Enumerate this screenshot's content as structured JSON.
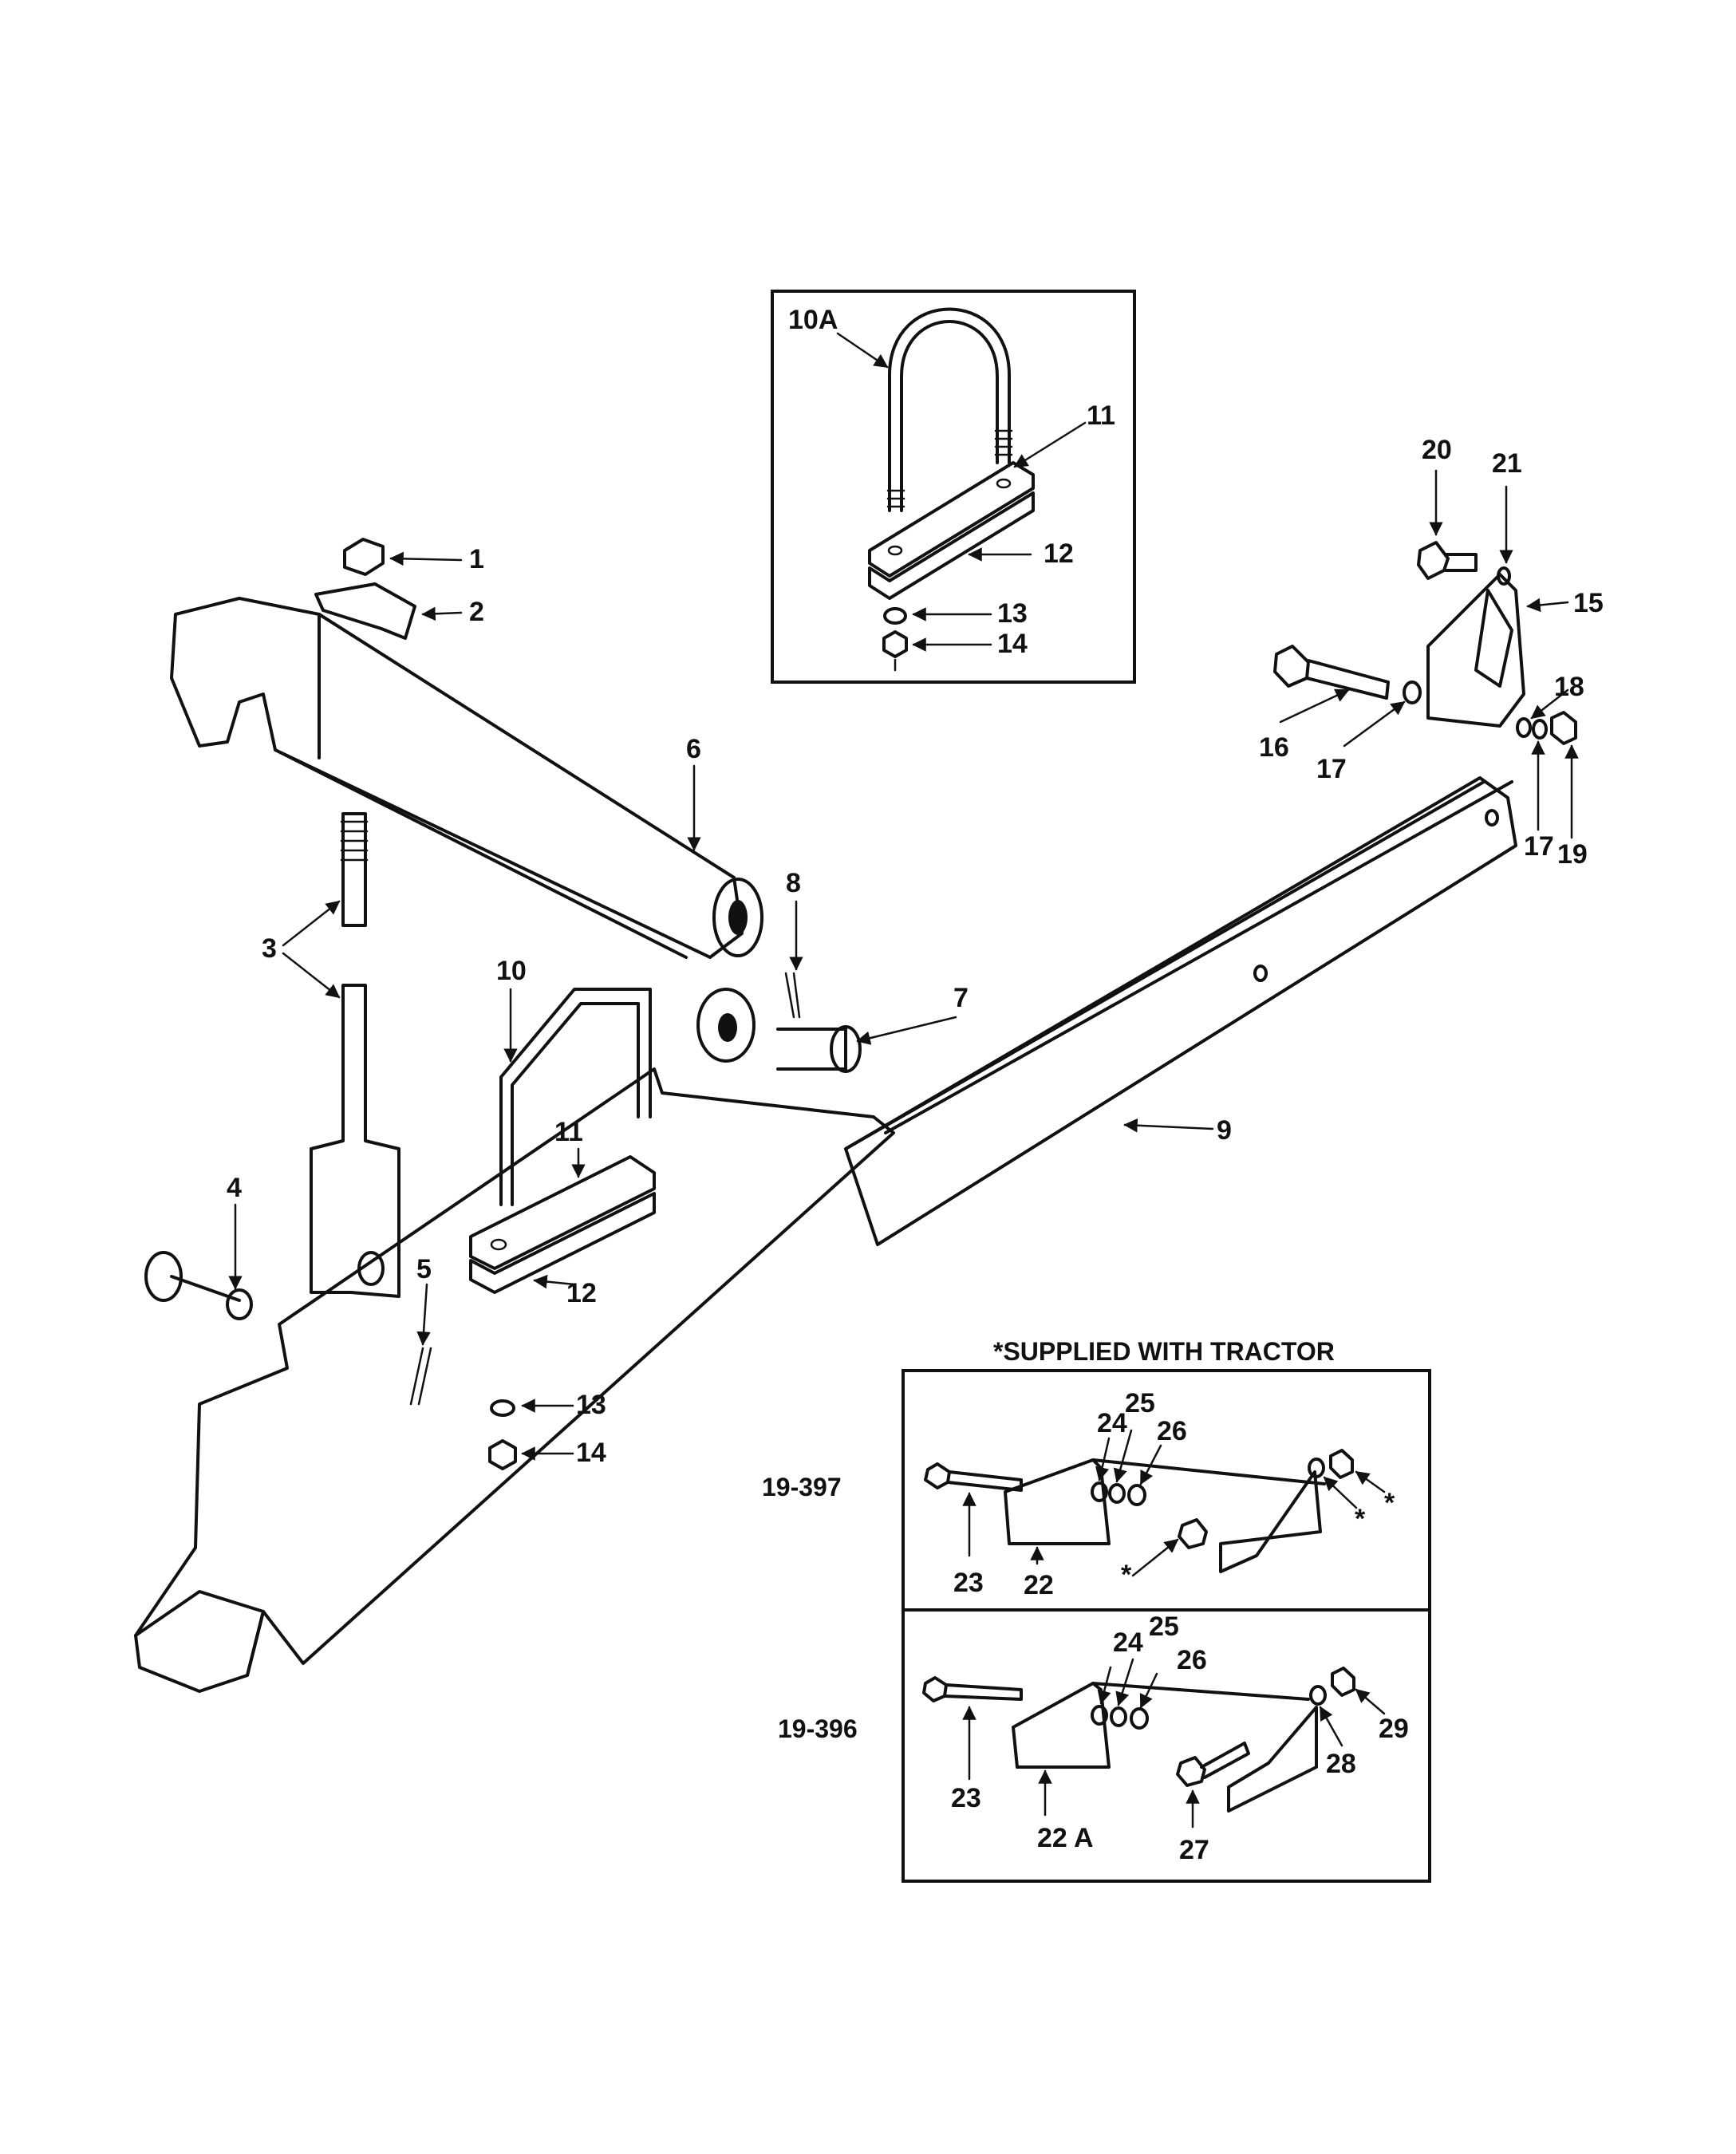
{
  "colors": {
    "ink": "#111111",
    "paper": "#ffffff"
  },
  "inset_upper": {
    "labels": [
      "10A",
      "11",
      "12",
      "13",
      "14"
    ]
  },
  "main": {
    "labels": [
      "1",
      "2",
      "3",
      "4",
      "5",
      "6",
      "7",
      "8",
      "9",
      "10",
      "11",
      "12",
      "13",
      "14",
      "15",
      "16",
      "17",
      "17",
      "18",
      "19",
      "20",
      "21"
    ]
  },
  "brackets": {
    "caption": "*SUPPLIED WITH TRACTOR",
    "upper": {
      "ref": "19-397",
      "labels": [
        "23",
        "22",
        "24",
        "25",
        "26"
      ],
      "asterisks": [
        "*",
        "*",
        "*"
      ]
    },
    "lower": {
      "ref": "19-396",
      "labels": [
        "23",
        "22 A",
        "24",
        "25",
        "26",
        "27",
        "28",
        "29"
      ]
    }
  }
}
